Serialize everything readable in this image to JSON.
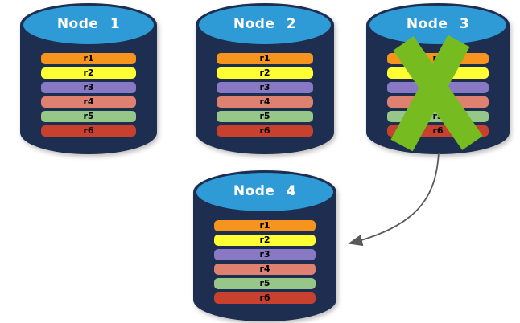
{
  "colors": {
    "cylinder_body": "#1E2E50",
    "cylinder_top": "#2F9BD6",
    "failure_x": "#76BC21",
    "arrow": "#595959",
    "replica_colors": {
      "r1": "#F7941E",
      "r2": "#FFFF33",
      "r3": "#8979C5",
      "r4": "#DF8170",
      "r5": "#96C788",
      "r6": "#C7412E"
    }
  },
  "nodes": [
    {
      "id": "node-1",
      "label": "Node 1",
      "failed": false,
      "replicas": [
        "r1",
        "r2",
        "r3",
        "r4",
        "r5",
        "r6"
      ]
    },
    {
      "id": "node-2",
      "label": "Node 2",
      "failed": false,
      "replicas": [
        "r1",
        "r2",
        "r3",
        "r4",
        "r5",
        "r6"
      ]
    },
    {
      "id": "node-3",
      "label": "Node 3",
      "failed": true,
      "replicas": [
        "r1",
        "r2",
        "r3",
        "r4",
        "r5",
        "r6"
      ]
    },
    {
      "id": "node-4",
      "label": "Node 4",
      "failed": false,
      "replicas": [
        "r1",
        "r2",
        "r3",
        "r4",
        "r5",
        "r6"
      ]
    }
  ],
  "annotations": {
    "failure_x_icon": "x-mark-over-node-3",
    "arrow": {
      "from": "node-3",
      "to": "node-4"
    }
  }
}
